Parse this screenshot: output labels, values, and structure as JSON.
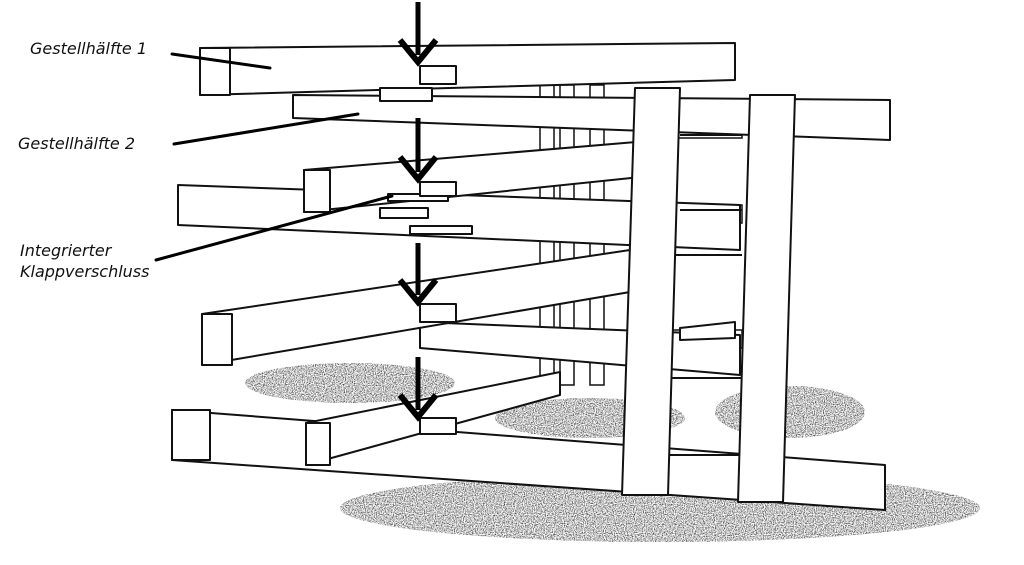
{
  "labels": {
    "half1": "Gestellhälfte 1",
    "half2": "Gestellhälfte 2",
    "latch_line1": "Integrierter",
    "latch_line2": "Klappverschluss"
  },
  "colors": {
    "ink": "#111111",
    "background": "#ffffff",
    "shadow": "#1a1a1a"
  },
  "icons": [
    "down-arrow-icon"
  ]
}
